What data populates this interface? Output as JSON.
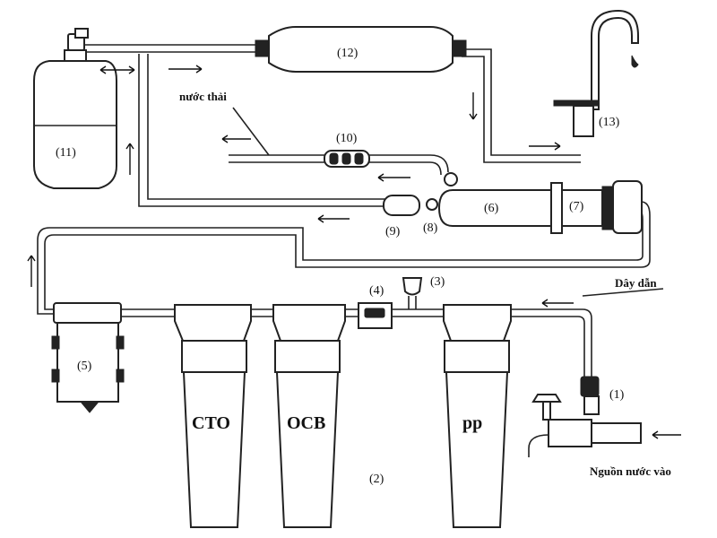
{
  "labels": {
    "n1": "(1)",
    "n2": "(2)",
    "n3": "(3)",
    "n4": "(4)",
    "n5": "(5)",
    "n6": "(6)",
    "n7": "(7)",
    "n8": "(8)",
    "n9": "(9)",
    "n10": "(10)",
    "n11": "(11)",
    "n12": "(12)",
    "n13": "(13)"
  },
  "filters": {
    "cto": "CTO",
    "ocb": "OCB",
    "pp": "pp"
  },
  "texts": {
    "waste": "nước thải",
    "wire": "Dây dẫn",
    "source": "Nguồn nước vào"
  }
}
